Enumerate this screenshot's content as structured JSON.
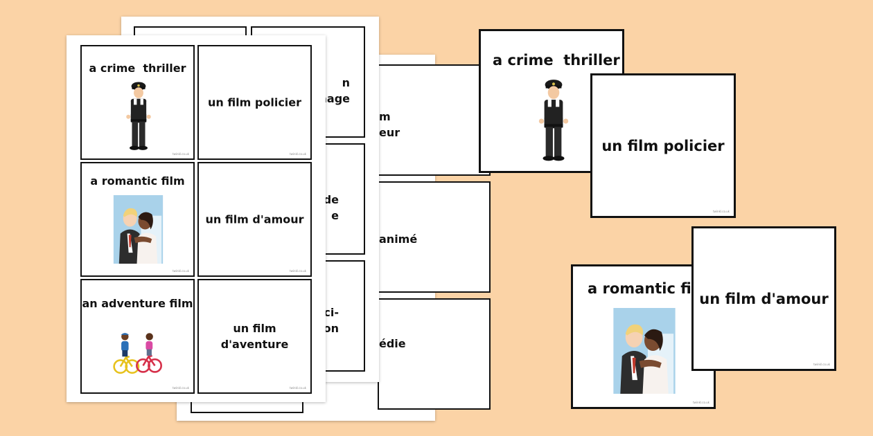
{
  "colors": {
    "background": "#fbd3a6",
    "card_border": "#111111",
    "sheet": "#ffffff"
  },
  "watermark": "twinkl.co.uk",
  "front_sheet": {
    "cards": [
      {
        "english": "a crime  thriller",
        "picture": "police-officer-image"
      },
      {
        "french": "un film policier"
      },
      {
        "english": "a romantic film",
        "picture": "couple-image"
      },
      {
        "french": "un film d'amour"
      },
      {
        "english": "an adventure film",
        "picture": "cyclists-image"
      },
      {
        "french": "un film\nd'aventure"
      }
    ]
  },
  "middle_sheet": {
    "fragments": [
      "n\nnage",
      "de\ne",
      "e sci-\ntion"
    ]
  },
  "back_sheet": {
    "fragments": [
      "m\neur",
      "animé",
      "édie"
    ]
  },
  "loose_cards": {
    "crime_en": "a crime  thriller",
    "crime_fr": "un film policier",
    "romantic_en": "a romantic film",
    "romantic_fr": "un film d'amour"
  }
}
